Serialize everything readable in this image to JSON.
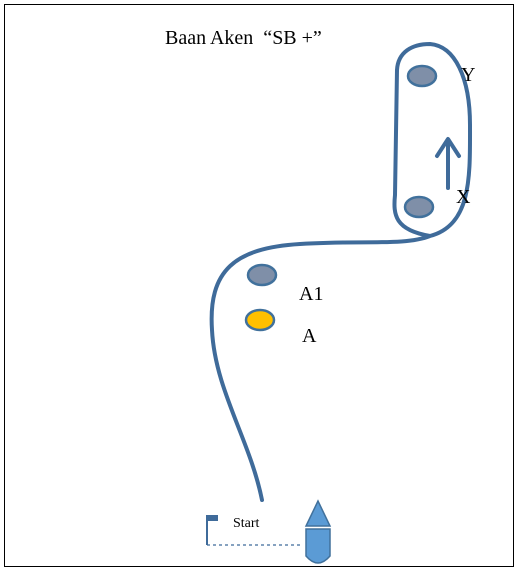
{
  "title": "Baan Aken  “SB +”",
  "buoys": [
    {
      "label": "Y",
      "color": "#7f8fa8"
    },
    {
      "label": "X",
      "color": "#7f8fa8"
    },
    {
      "label": "A1",
      "color": "#7f8fa8"
    },
    {
      "label": "A",
      "color": "#ffc000"
    }
  ],
  "start": {
    "label": "Start"
  },
  "colors": {
    "course_line": "#3f6b9a",
    "buoy_stroke": "#41719c",
    "boat": "#5b9bd5"
  },
  "icons": [
    "start-flag-icon",
    "boat-icon",
    "direction-arrow-icon"
  ]
}
